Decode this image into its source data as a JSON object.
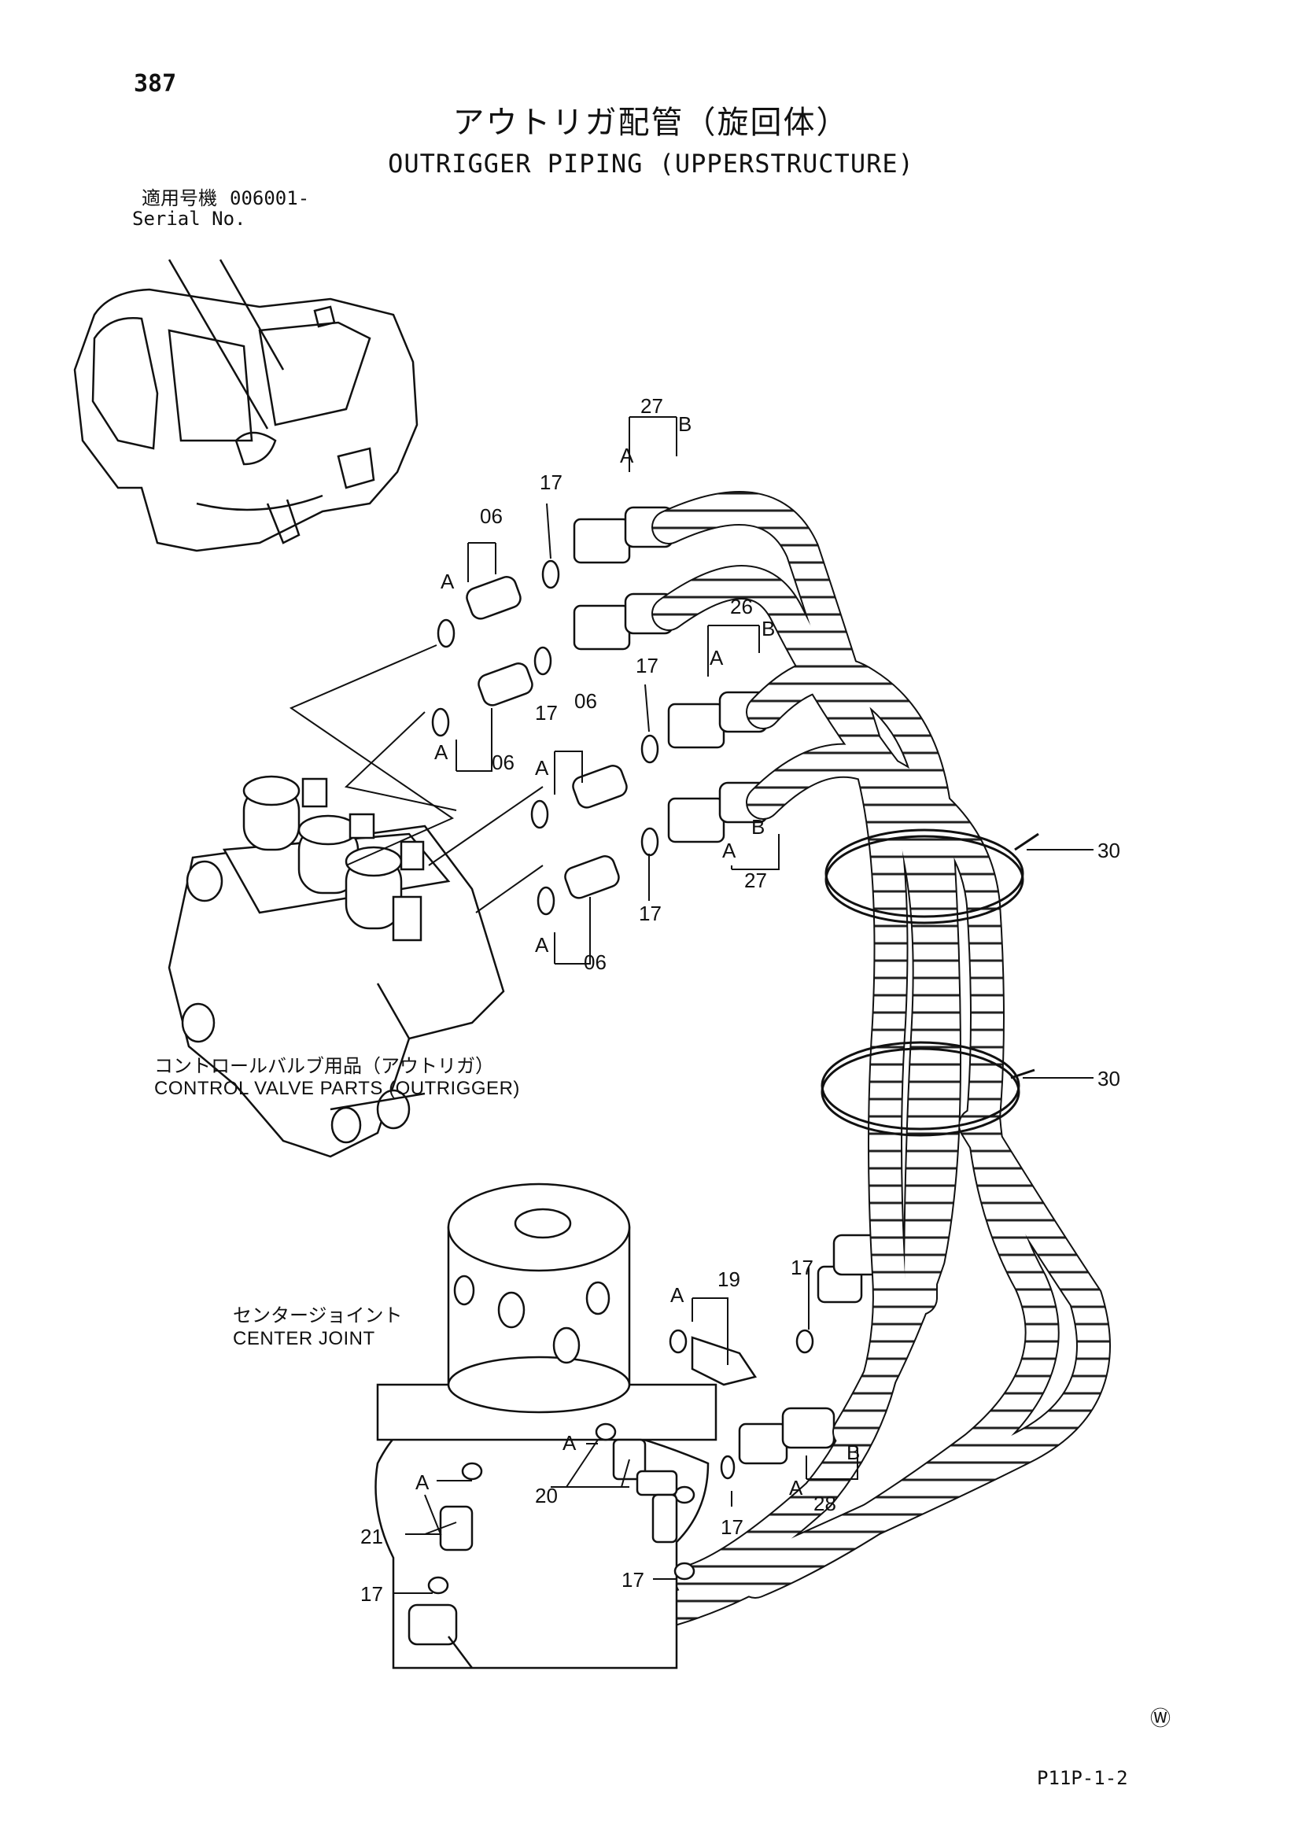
{
  "header": {
    "page_number": "387",
    "title_ja": "アウトリガ配管（旋回体）",
    "title_en": "OUTRIGGER PIPING (UPPERSTRUCTURE)",
    "serial_label_ja": "適用号機",
    "serial_value": "006001-",
    "serial_label_en": "Serial No."
  },
  "captions": {
    "control_valve_ja": "コントロールバルブ用品（アウトリガ）",
    "control_valve_en": "CONTROL VALVE PARTS (OUTRIGGER)",
    "center_joint_ja": "センタージョイント",
    "center_joint_en": "CENTER JOINT"
  },
  "callouts": {
    "c27_top": "27",
    "a27_top": "A",
    "b27_top": "B",
    "c06_a": "06",
    "a06_a": "A",
    "c17_a": "17",
    "c26": "26",
    "a26": "A",
    "b26": "B",
    "c17_b": "17",
    "c17_c": "17",
    "c06_b": "06",
    "c06_c": "06",
    "a06_b": "A",
    "a06_c": "A",
    "c27_b": "27",
    "a27_b": "A",
    "b27_b": "B",
    "c17_d": "17",
    "c06_d": "06",
    "a06_d": "A",
    "c30_a": "30",
    "c30_b": "30",
    "c19": "19",
    "a19": "A",
    "c17_e": "17",
    "a_cj1": "A",
    "c20": "20",
    "a_cj2": "A",
    "c21": "21",
    "c17_f": "17",
    "c17_g": "17",
    "c17_h": "17",
    "c28": "28",
    "a28": "A",
    "b28": "B"
  },
  "footer": {
    "w_mark": "Ⓦ",
    "ref": "P11P-1-2"
  }
}
